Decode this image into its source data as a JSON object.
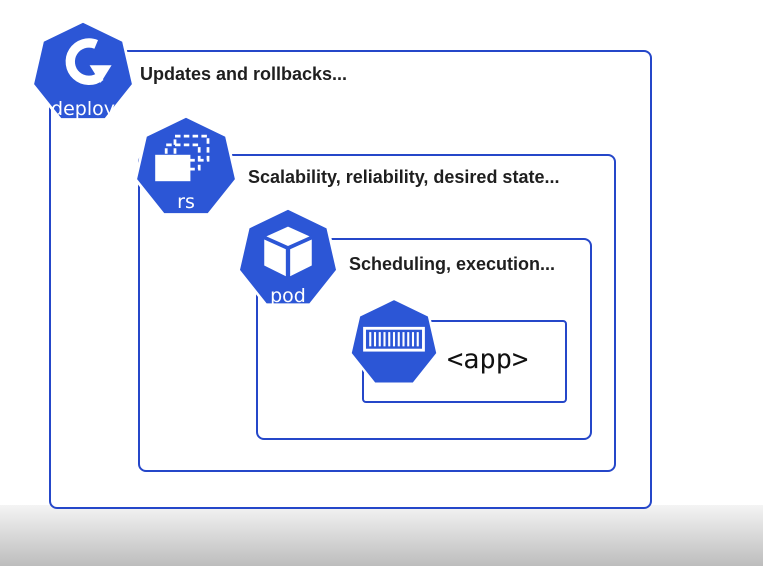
{
  "colors": {
    "accent": "#2c56d6",
    "border": "#2547c9",
    "text": "#1f1f1f"
  },
  "deploy": {
    "badge_label": "deploy",
    "description": "Updates and rollbacks..."
  },
  "replicaset": {
    "badge_label": "rs",
    "description": "Scalability, reliability, desired state..."
  },
  "pod": {
    "badge_label": "pod",
    "description": "Scheduling, execution..."
  },
  "container": {
    "label": "<app>"
  },
  "icons": [
    "refresh-arrow-icon",
    "stacked-copies-icon",
    "cube-icon",
    "container-icon"
  ]
}
